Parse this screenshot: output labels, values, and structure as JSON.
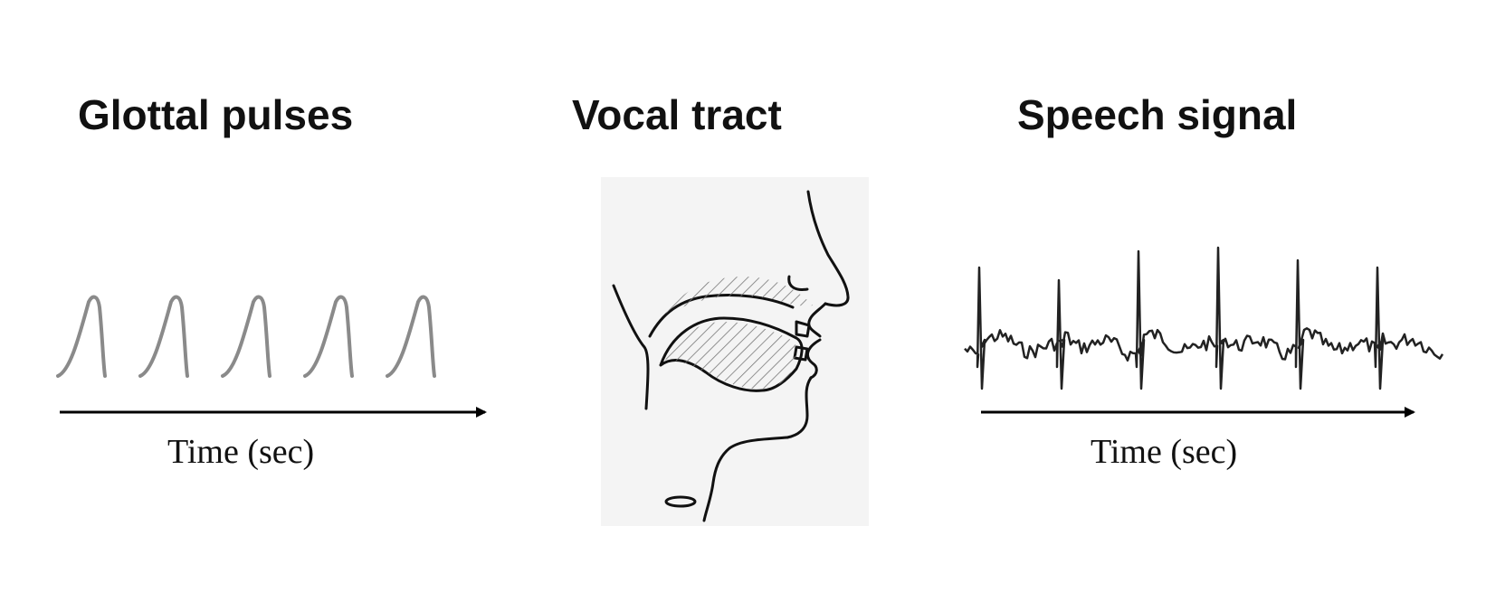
{
  "titles": {
    "glottal": "Glottal pulses",
    "vocal": "Vocal tract",
    "speech": "Speech signal"
  },
  "axis_labels": {
    "left": "Time (sec)",
    "right": "Time (sec)"
  },
  "colors": {
    "pulse_stroke": "#8a8a8a",
    "signal_stroke": "#222222",
    "axis": "#000000",
    "hatch": "#666666"
  },
  "glottal_pulse_count": 5
}
